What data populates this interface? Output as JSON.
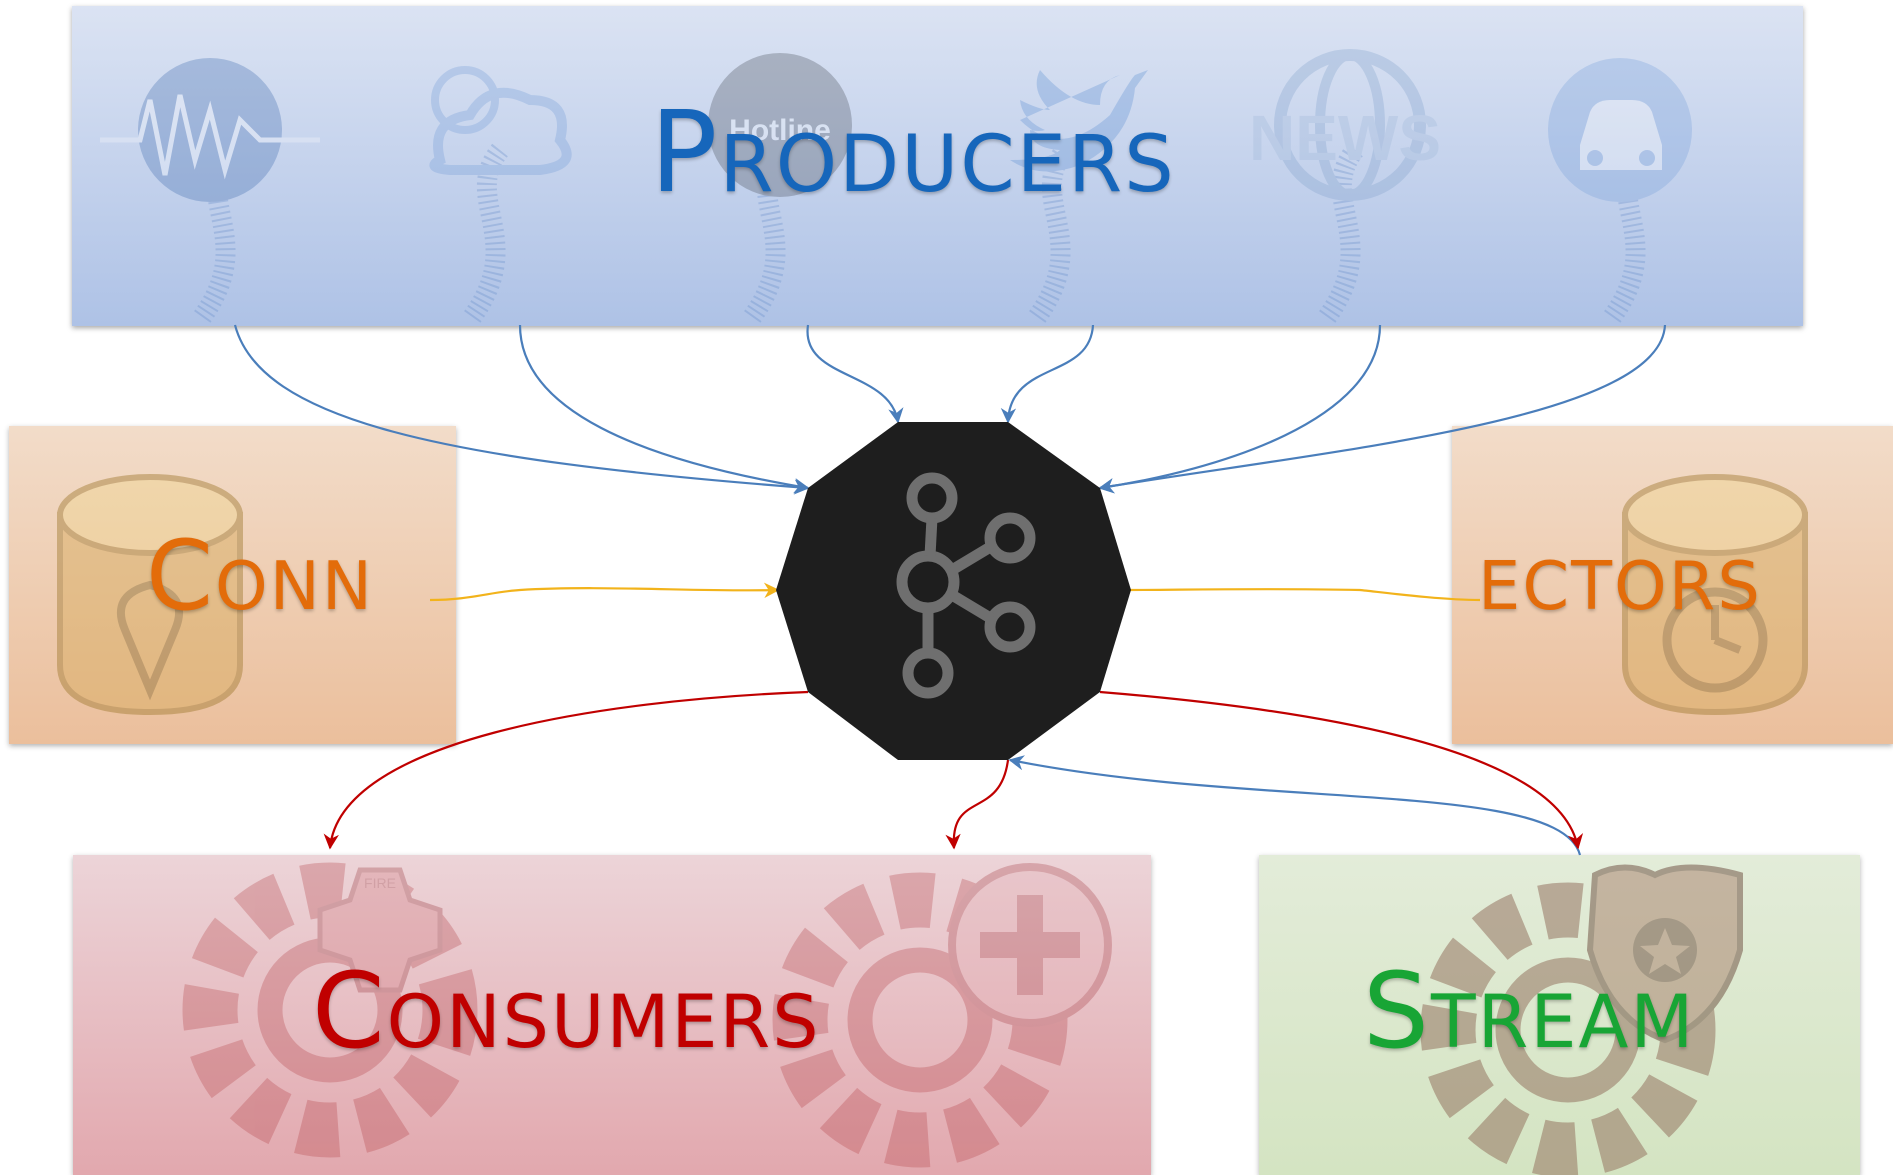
{
  "labels": {
    "producers": "Producers",
    "connectors_left": "Conn",
    "connectors_right": "ectors",
    "consumers": "Consumers",
    "stream": "Stream"
  },
  "producer_icons": [
    {
      "name": "seismograph-globe-icon",
      "text": ""
    },
    {
      "name": "weather-icon",
      "text": ""
    },
    {
      "name": "hotline-icon",
      "text": "Hotline"
    },
    {
      "name": "twitter-icon",
      "text": ""
    },
    {
      "name": "news-globe-icon",
      "text": "NEWS"
    },
    {
      "name": "car-icon",
      "text": ""
    }
  ],
  "hub": {
    "name": "kafka-logo-icon"
  },
  "consumer_icons": [
    {
      "name": "fire-department-gear-icon",
      "text": "FIRE"
    },
    {
      "name": "medical-gear-icon",
      "text": ""
    }
  ],
  "stream_icon": {
    "name": "police-badge-gear-icon"
  },
  "colors": {
    "producers": "#1666bb",
    "connectors": "#e36c0a",
    "consumers": "#c00000",
    "stream": "#18a535",
    "producer_arrows": "#4a7ebb",
    "connector_arrows": "#f2b31b",
    "consumer_arrows": "#c00000",
    "hub_fill": "#1e1e1e",
    "hub_logo": "#6f6f6f"
  }
}
